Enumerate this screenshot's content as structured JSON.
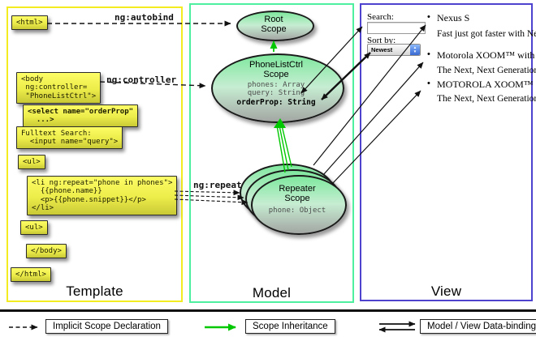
{
  "columns": {
    "template": {
      "label": "Template",
      "boxes": [
        {
          "id": "html-open",
          "text": "<html>"
        },
        {
          "id": "body-open",
          "text": "<body\n ng:controller=\n \"PhoneListCtrl\">"
        },
        {
          "id": "select",
          "text": "<select name=\"orderProp\"\n  ...>"
        },
        {
          "id": "fulltext",
          "text": "Fulltext Search:\n  <input name=\"query\">"
        },
        {
          "id": "ul-1",
          "text": "<ul>"
        },
        {
          "id": "li-repeat",
          "text": "<li ng:repeat=\"phone in phones\">\n  {{phone.name}}\n  <p>{{phone.snippet}}</p>\n</li>"
        },
        {
          "id": "ul-2",
          "text": "<ul>"
        },
        {
          "id": "body-close",
          "text": "</body>"
        },
        {
          "id": "html-close",
          "text": "</html>"
        }
      ]
    },
    "model": {
      "label": "Model",
      "root_scope": {
        "title": "Root\nScope"
      },
      "phonelistctrl_scope": {
        "title": "PhoneListCtrl\nScope",
        "props": "phones: Array\nquery: String",
        "bold_prop": "orderProp: String"
      },
      "repeater_scope": {
        "title": "Repeater\nScope",
        "prop": "phone: Object"
      }
    },
    "view": {
      "label": "View",
      "search_label": "Search:",
      "search_value": "",
      "sort_label": "Sort by:",
      "sort_value": "Newest",
      "bullet": "•",
      "items": [
        {
          "title": "Nexus S",
          "desc": "Fast just got faster with Nexus S."
        },
        {
          "title": "Motorola XOOM™ with Wi-Fi",
          "desc": "The Next, Next Generation tablet."
        },
        {
          "title": "MOTOROLA XOOM™",
          "desc": "The Next, Next Generation tablet."
        }
      ]
    }
  },
  "annotations": {
    "autobind": "ng:autobind",
    "controller": "ng:controller",
    "repeat": "ng:repeat"
  },
  "legend": {
    "implicit": "Implicit Scope Declaration",
    "inheritance": "Scope Inheritance",
    "databinding": "Model / View Data-binding"
  },
  "colors": {
    "template_border": "#f2ec20",
    "model_border": "#4ef0a0",
    "view_border": "#4e43cf",
    "node_fill": "#7fe89e",
    "code_box_fill": "#ecec4a",
    "green_arrow": "#00c800",
    "arrow_black": "#111111"
  }
}
